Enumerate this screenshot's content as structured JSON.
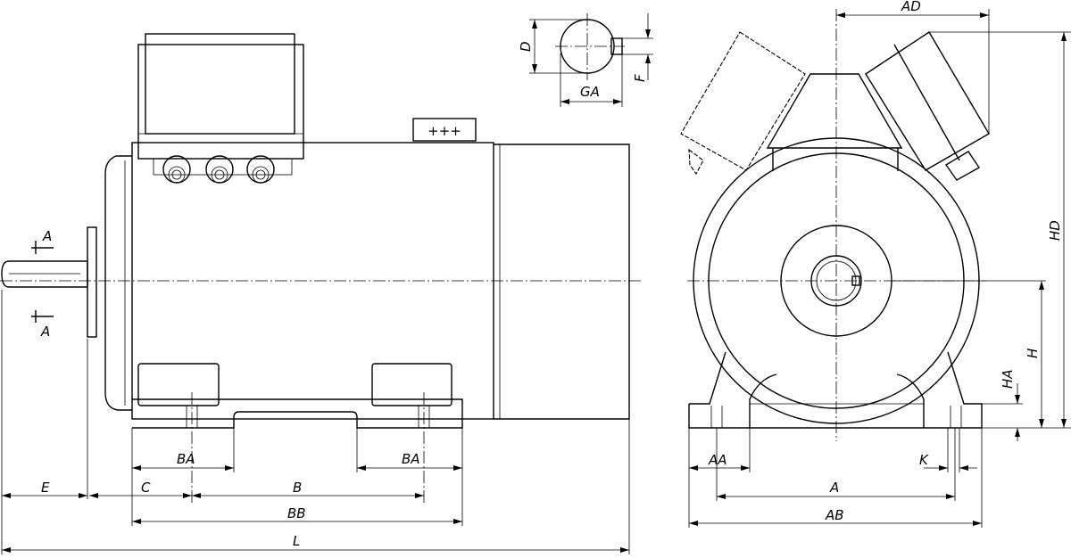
{
  "labels": {
    "section_top": "A",
    "section_bottom": "A",
    "terminals": "+++",
    "D": "D",
    "F": "F",
    "GA": "GA",
    "AD": "AD",
    "HD": "HD",
    "H": "H",
    "HA": "HA",
    "BA_left": "BA",
    "BA_right": "BA",
    "E": "E",
    "C": "C",
    "B": "B",
    "BB": "BB",
    "L": "L",
    "AA": "AA",
    "K": "K",
    "A": "A",
    "AB": "AB"
  }
}
